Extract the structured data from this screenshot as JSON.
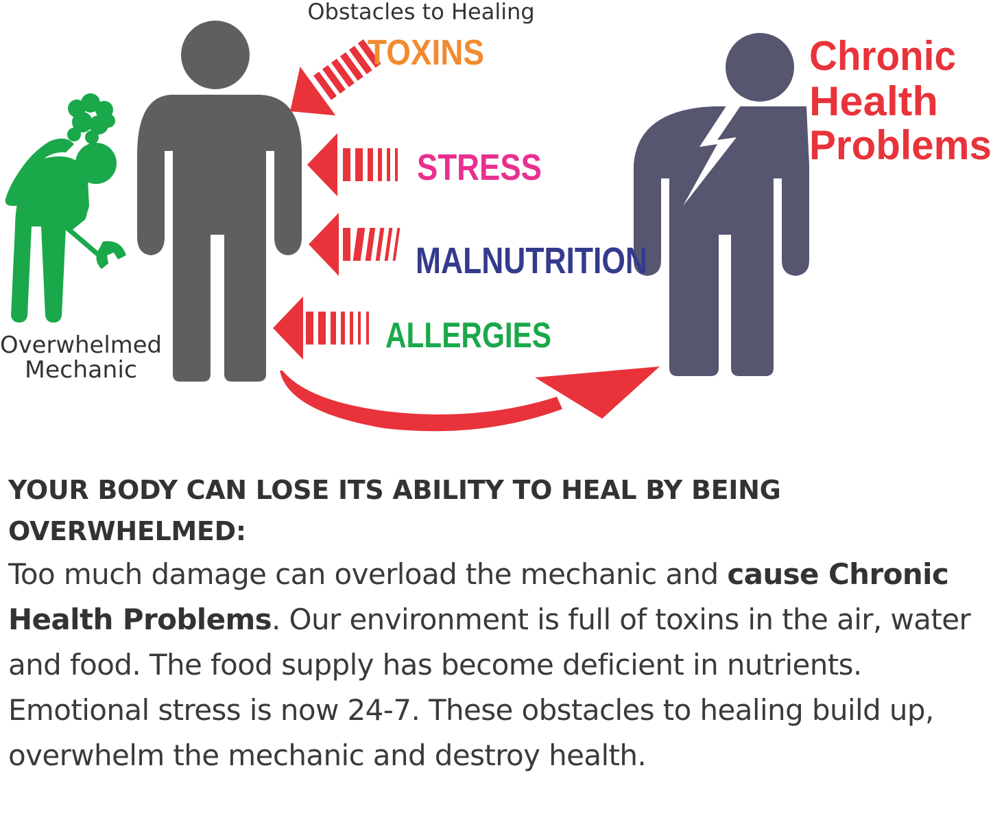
{
  "diagram": {
    "header": "Obstacles to Healing",
    "mechanic_label_line1": "Overwhelmed",
    "mechanic_label_line2": "Mechanic",
    "result_label_line1": "Chronic",
    "result_label_line2": "Health",
    "result_label_line3": "Problems",
    "obstacles": [
      {
        "label": "TOXINS",
        "color": "#f28a30"
      },
      {
        "label": "STRESS",
        "color": "#e8308f"
      },
      {
        "label": "MALNUTRITION",
        "color": "#343a8c"
      },
      {
        "label": "ALLERGIES",
        "color": "#1aa84a"
      }
    ],
    "icons": {
      "healthy_person": "person-icon",
      "mechanic": "mechanic-with-wrench-icon",
      "sick_person": "sick-person-icon",
      "pain": "lightning-bolt-icon",
      "flow": "curved-arrow-icon",
      "obstacle": "striped-arrow-icon"
    },
    "colors": {
      "person_gray": "#5f5f5f",
      "sick_slate": "#575670",
      "mechanic_green": "#1aa84a",
      "arrow_red": "#e8333a",
      "result_red": "#e8333a"
    }
  },
  "text": {
    "headline": "YOUR BODY CAN LOSE ITS ABILITY TO HEAL BY BEING OVERWHELMED:",
    "p1": "Too much damage can overload the mechanic and ",
    "p1_bold": "cause Chronic Health Problems",
    "p2": ". Our environment is full of toxins in the air, water and food. The food supply has become deficient in nutrients. Emotional stress is now 24-7. These obstacles to healing build up, overwhelm the mechanic and destroy health."
  }
}
